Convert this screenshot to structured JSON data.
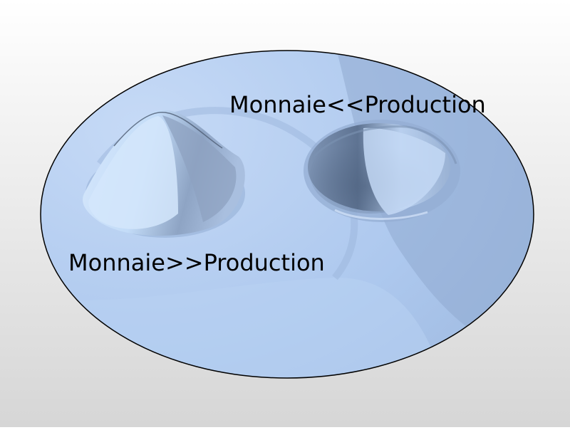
{
  "labels": {
    "top": "Monnaie<<Production",
    "bottom": "Monnaie>>Production"
  },
  "colors": {
    "surface": "#a9c6ef",
    "surface_light": "#c8dcf7",
    "surface_dark": "#8ea8cc",
    "outline": "#000000",
    "background": "#e4e4e4"
  },
  "features": {
    "left": "peak",
    "right": "well"
  }
}
